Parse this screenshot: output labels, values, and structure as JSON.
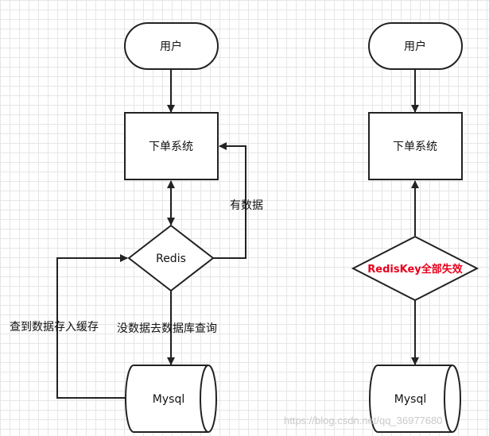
{
  "left_flow": {
    "user_label": "用户",
    "order_system_label": "下单系统",
    "redis_label": "Redis",
    "mysql_label": "Mysql",
    "has_data_label": "有数据",
    "no_data_label": "没数据去数据库查询",
    "cache_label": "查到数据存入缓存"
  },
  "right_flow": {
    "user_label": "用户",
    "order_system_label": "下单系统",
    "redis_key_label": "RedisKey全部失效",
    "mysql_label": "Mysql"
  },
  "watermark": "https://blog.csdn.net/qq_36977680",
  "colors": {
    "stroke": "#222222",
    "alert_text": "#e8001c",
    "grid": "#e6e6e6"
  }
}
